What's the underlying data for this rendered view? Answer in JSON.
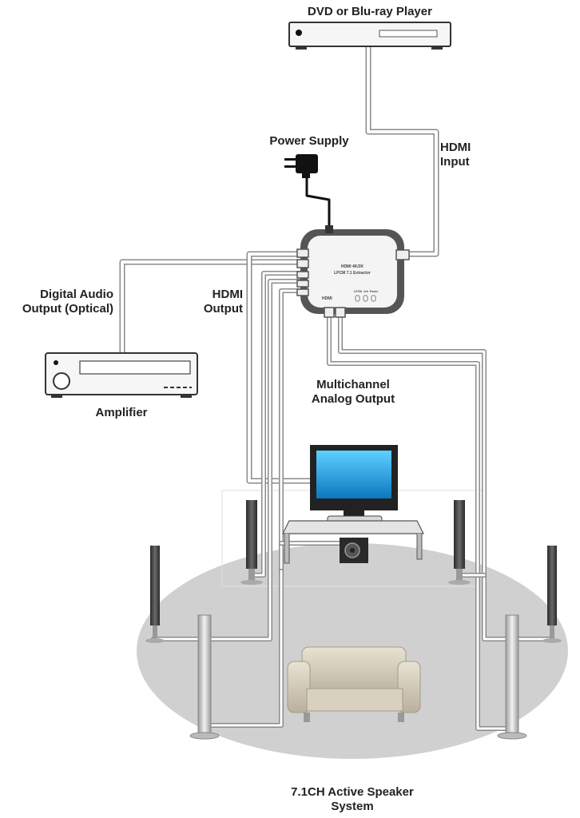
{
  "labels": {
    "dvd_player": "DVD or Blu-ray Player",
    "power_supply": "Power Supply",
    "hdmi_input_line1": "HDMI",
    "hdmi_input_line2": "Input",
    "digital_audio_line1": "Digital Audio",
    "digital_audio_line2": "Output (Optical)",
    "hdmi_output_line1": "HDMI",
    "hdmi_output_line2": "Output",
    "amplifier": "Amplifier",
    "multichannel_line1": "Multichannel",
    "multichannel_line2": "Analog Output",
    "speaker_system_line1": "7.1CH Active Speaker",
    "speaker_system_line2": "System"
  },
  "device": {
    "title_line1": "HDMI 4K/2K",
    "title_line2": "LPCM 7.1 Extractor",
    "led_labels": [
      "LPCM",
      "2ch",
      "Power"
    ],
    "logo": "HDMI"
  },
  "colors": {
    "cable": "#ffffff",
    "cable_outline": "#8a8a8a",
    "floor": "#d0d0d0",
    "speaker": "#4a4a4a",
    "tv_screen": "#1aa3e0",
    "sofa": "#c9c2b0"
  }
}
